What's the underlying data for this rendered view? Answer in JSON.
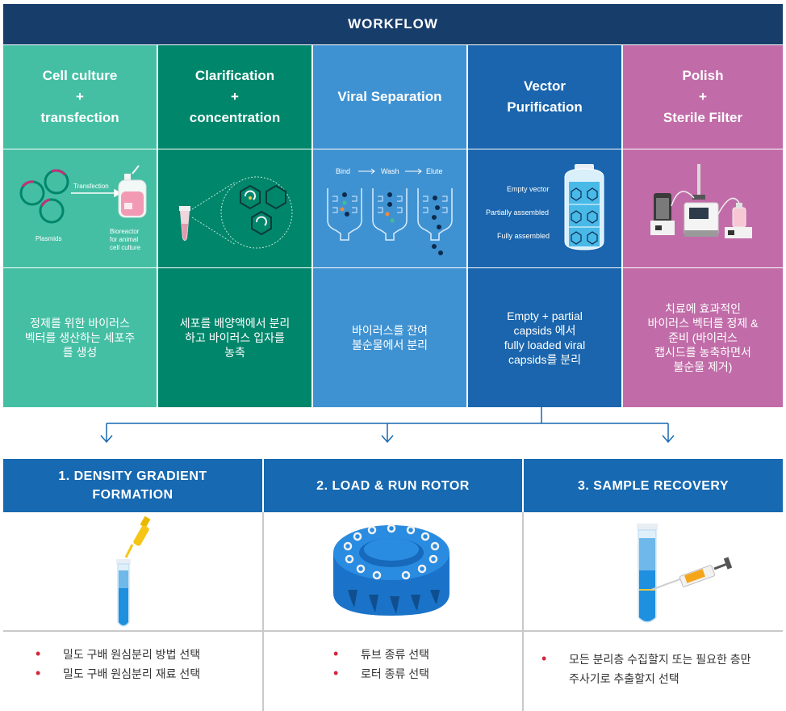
{
  "workflow": {
    "title": "WORKFLOW",
    "columns": [
      {
        "title_lines": [
          "Cell culture",
          "+",
          "transfection"
        ],
        "labels": {
          "transfection": "Transfection",
          "plasmids": "Plasmids",
          "bioreactor": [
            "Bioreactor",
            "for animal",
            "cell culture"
          ]
        },
        "desc_lines": [
          "정제를 위한 바이러스",
          "벡터를 생산하는 세포주",
          "를 생성"
        ]
      },
      {
        "title_lines": [
          "Clarification",
          "+",
          "concentration"
        ],
        "desc_lines": [
          "세포를 배양액에서 분리",
          "하고 바이러스 입자를",
          "농축"
        ]
      },
      {
        "title_lines": [
          "Viral Separation"
        ],
        "labels": {
          "bind": "Bind",
          "wash": "Wash",
          "elute": "Elute"
        },
        "desc_lines": [
          "바이러스를 잔여",
          "불순물에서 분리"
        ]
      },
      {
        "title_lines": [
          "Vector",
          "Purification"
        ],
        "labels": {
          "empty": "Empty vector",
          "partial": "Partially assembled",
          "full": "Fully assembled"
        },
        "desc_lines": [
          "Empty + partial",
          "capsids 에서",
          "fully loaded viral",
          "capsids를 분리"
        ]
      },
      {
        "title_lines": [
          "Polish",
          "+",
          "Sterile Filter"
        ],
        "desc_lines": [
          "치료에 효과적인",
          "바이러스 벡터를 정제 &",
          "준비 (바이러스",
          "캡시드를 농축하면서",
          "불순물 제거)"
        ]
      }
    ]
  },
  "steps": [
    {
      "title_lines": [
        "1. DENSITY GRADIENT",
        "FORMATION"
      ],
      "bullets": [
        "밀도 구배 원심분리 방법 선택",
        "밀도 구배 원심분리 재료 선택"
      ]
    },
    {
      "title_lines": [
        "2. LOAD & RUN ROTOR"
      ],
      "bullets": [
        "튜브 종류 선택",
        "로터 종류 선택"
      ]
    },
    {
      "title_lines": [
        "3. SAMPLE RECOVERY"
      ],
      "bullets": [
        "모든 분리층 수집할지 또는 필요한 층만",
        "주사기로 추출할지 선택"
      ]
    }
  ],
  "colors": {
    "banner": "#173d6b",
    "col1": "#45bfa4",
    "col2": "#00866b",
    "col3": "#3f92d2",
    "col4": "#1a65ad",
    "col5": "#c16ca8",
    "step_header": "#1769b1",
    "bullet": "#d4263a"
  }
}
